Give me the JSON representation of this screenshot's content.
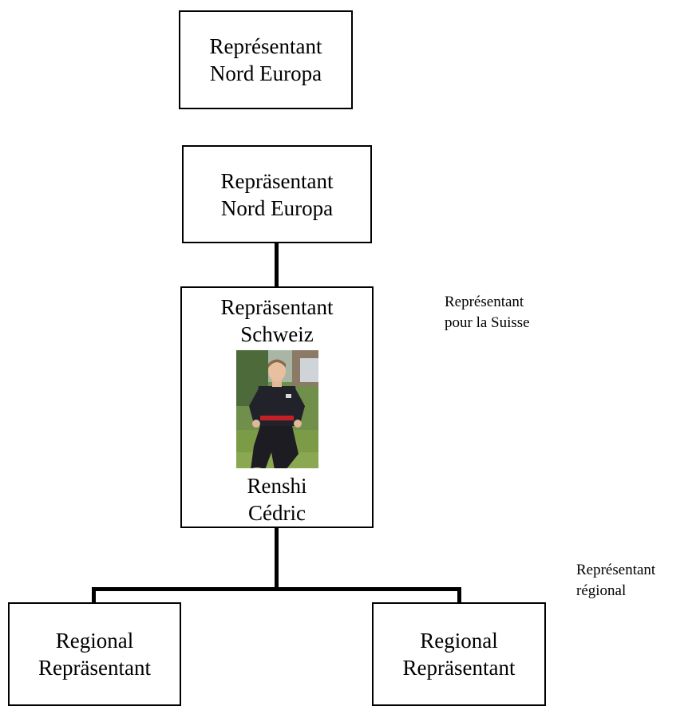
{
  "boxes": {
    "top": {
      "line1": "Représentant",
      "line2": "Nord Europa"
    },
    "nord": {
      "line1": "Repräsentant",
      "line2": "Nord Europa"
    },
    "schweiz": {
      "line1": "Repräsentant",
      "line2": "Schweiz",
      "name1": "Renshi",
      "name2": "Cédric"
    },
    "left": {
      "line1": "Regional",
      "line2": "Repräsentant"
    },
    "right": {
      "line1": "Regional",
      "line2": "Repräsentant"
    }
  },
  "notes": {
    "suisse": {
      "line1": "Représentant",
      "line2": "pour la Suisse"
    },
    "regional": {
      "line1": "Représentant",
      "line2": "régional"
    }
  },
  "photo": {
    "icon": "person-portrait-photo"
  }
}
